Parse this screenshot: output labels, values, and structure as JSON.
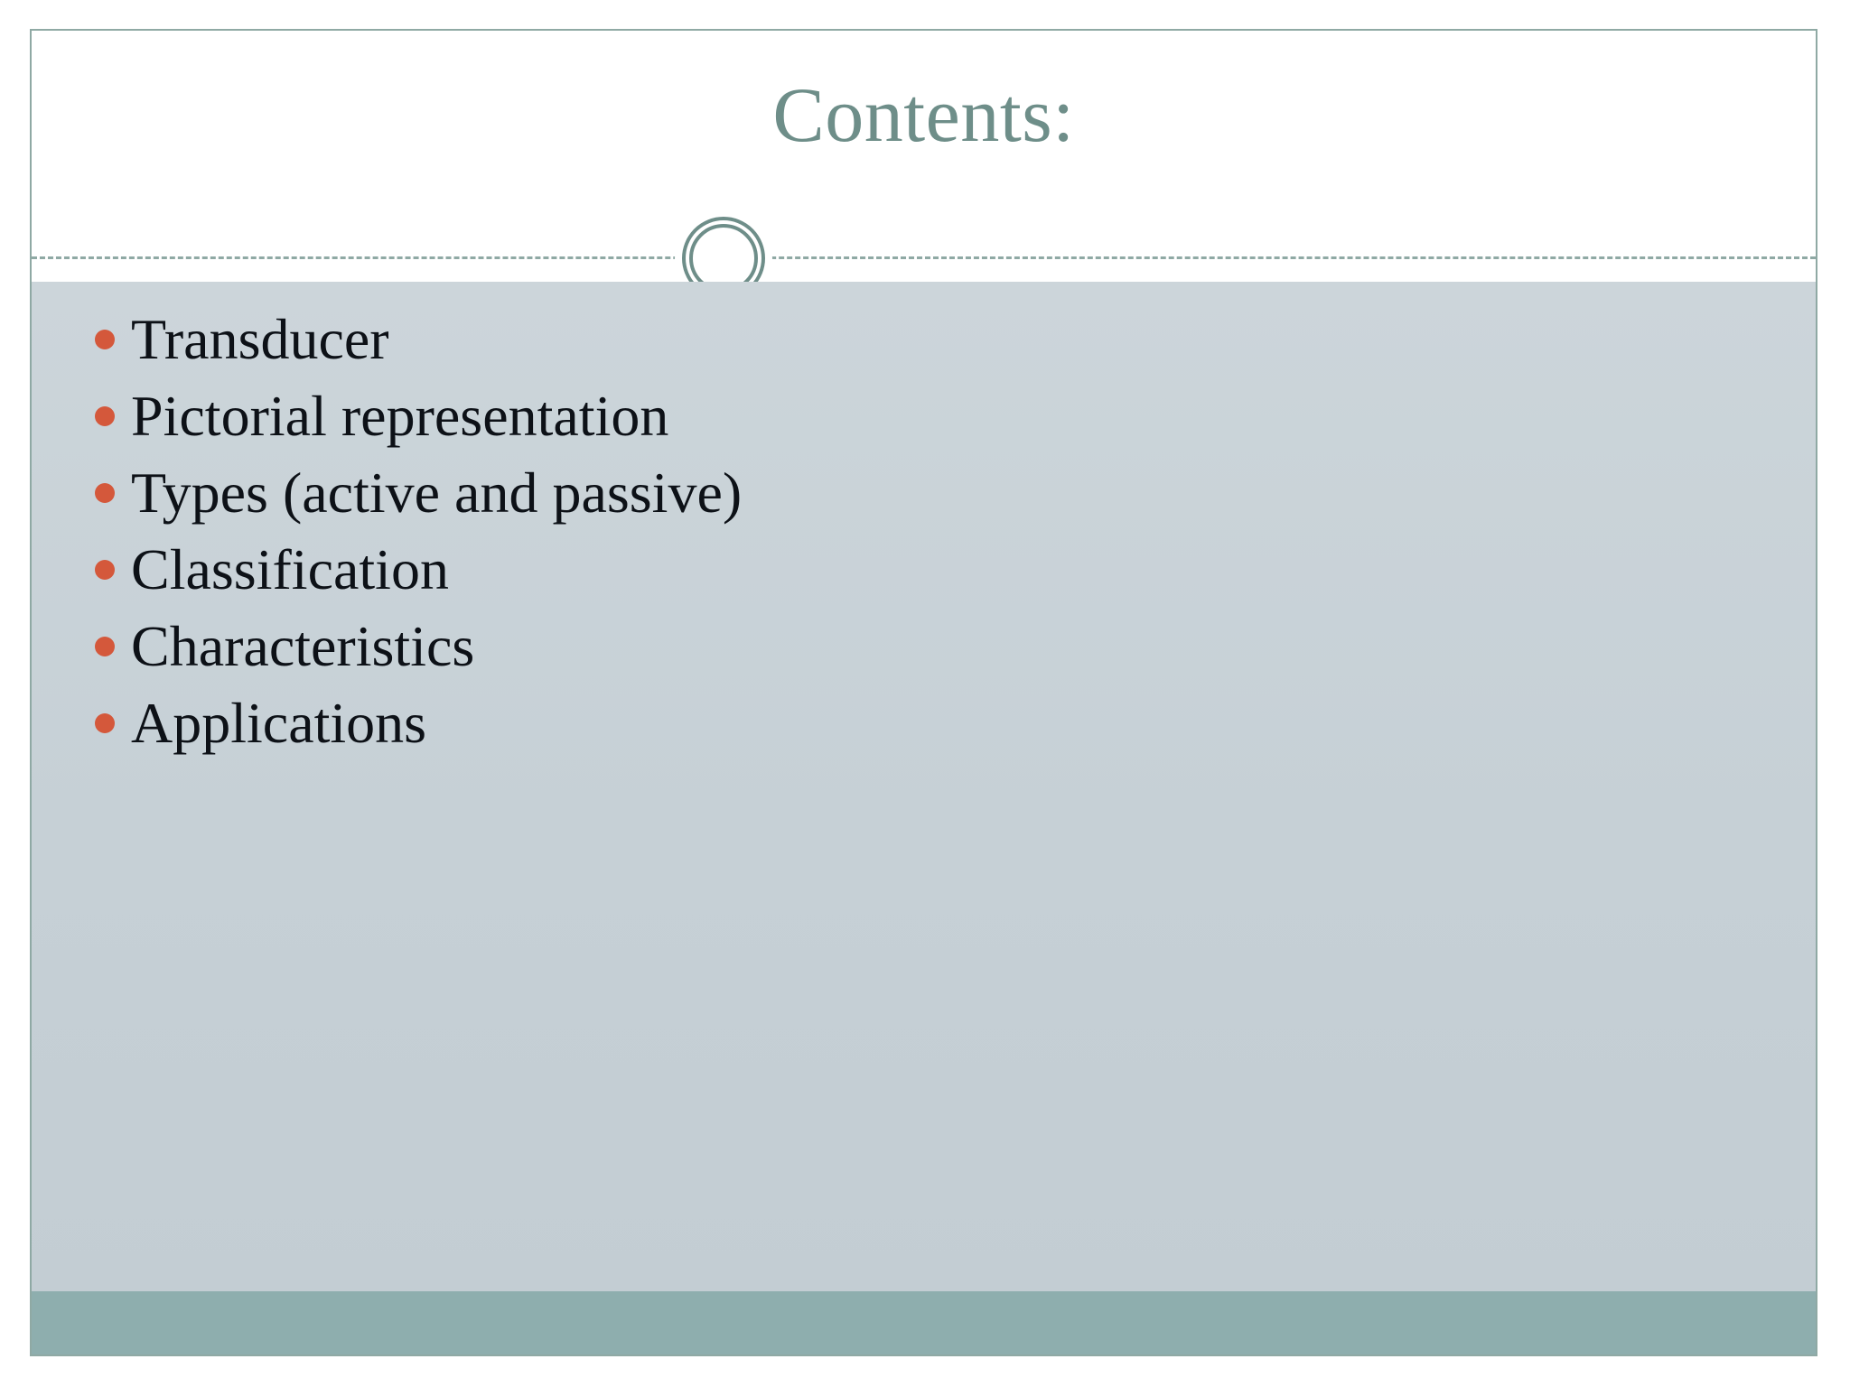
{
  "slide": {
    "title": "Contents:",
    "theme": {
      "accent_teal": "#6e8e89",
      "frame_border": "#8fa9a4",
      "content_background": "#c8d2d8",
      "bullet_marker": "#d4583b",
      "body_text": "#0d1117",
      "footer_bar": "#8eaeae",
      "header_background": "#ffffff"
    },
    "divider": {
      "style": "dashed",
      "medallion": "double-ring-circle"
    },
    "bullets": [
      {
        "label": "Transducer"
      },
      {
        "label": "Pictorial representation"
      },
      {
        "label": "Types (active and passive)"
      },
      {
        "label": "Classification"
      },
      {
        "label": "Characteristics"
      },
      {
        "label": "Applications"
      }
    ]
  }
}
